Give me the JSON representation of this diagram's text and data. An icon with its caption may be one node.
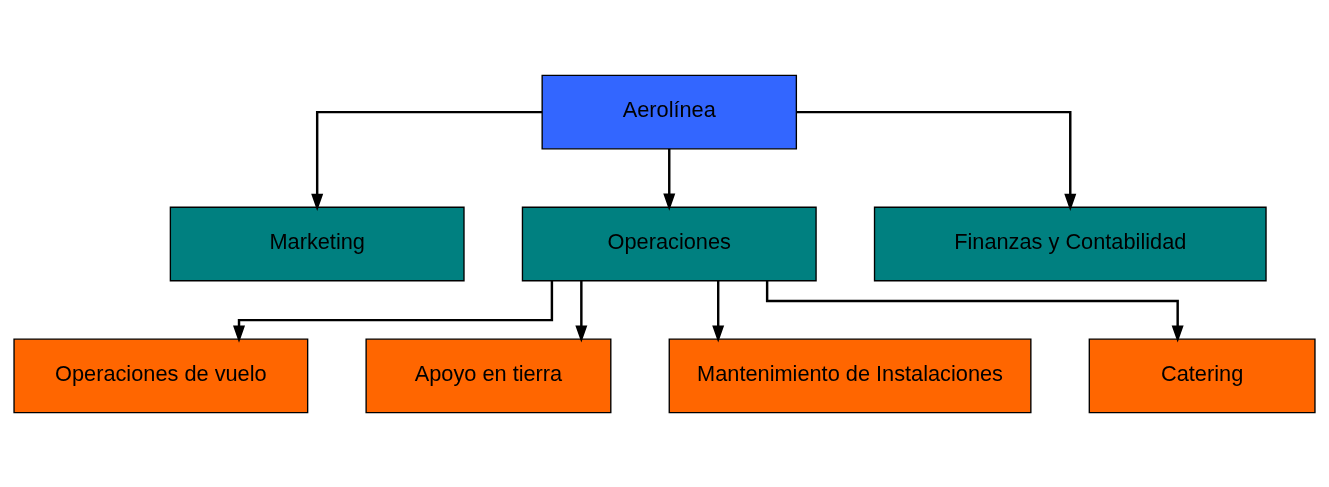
{
  "diagram": {
    "nodes": [
      {
        "text": [
          "Aerolínea"
        ]
      },
      {
        "text": [
          "Marketing"
        ]
      },
      {
        "text": [
          "Operaciones"
        ]
      },
      {
        "text": [
          "Finanzas y Contabilidad"
        ]
      },
      {
        "text": [
          "Operaciones de vuelo"
        ]
      },
      {
        "text": [
          "Apoyo en tierra"
        ]
      },
      {
        "text": [
          "Mantenimiento de Instalaciones"
        ]
      },
      {
        "text": [
          "Catering"
        ]
      }
    ],
    "edges": [
      {
        "from": 0,
        "to": 1,
        "arrow": "to"
      },
      {
        "from": 0,
        "to": 2,
        "arrow": "to"
      },
      {
        "from": 0,
        "to": 3,
        "arrow": "to"
      },
      {
        "from": 2,
        "to": 4,
        "arrow": "to"
      },
      {
        "from": 2,
        "to": 5,
        "arrow": "to"
      },
      {
        "from": 2,
        "to": 6,
        "arrow": "to"
      },
      {
        "from": 2,
        "to": 7,
        "arrow": "to"
      }
    ]
  }
}
